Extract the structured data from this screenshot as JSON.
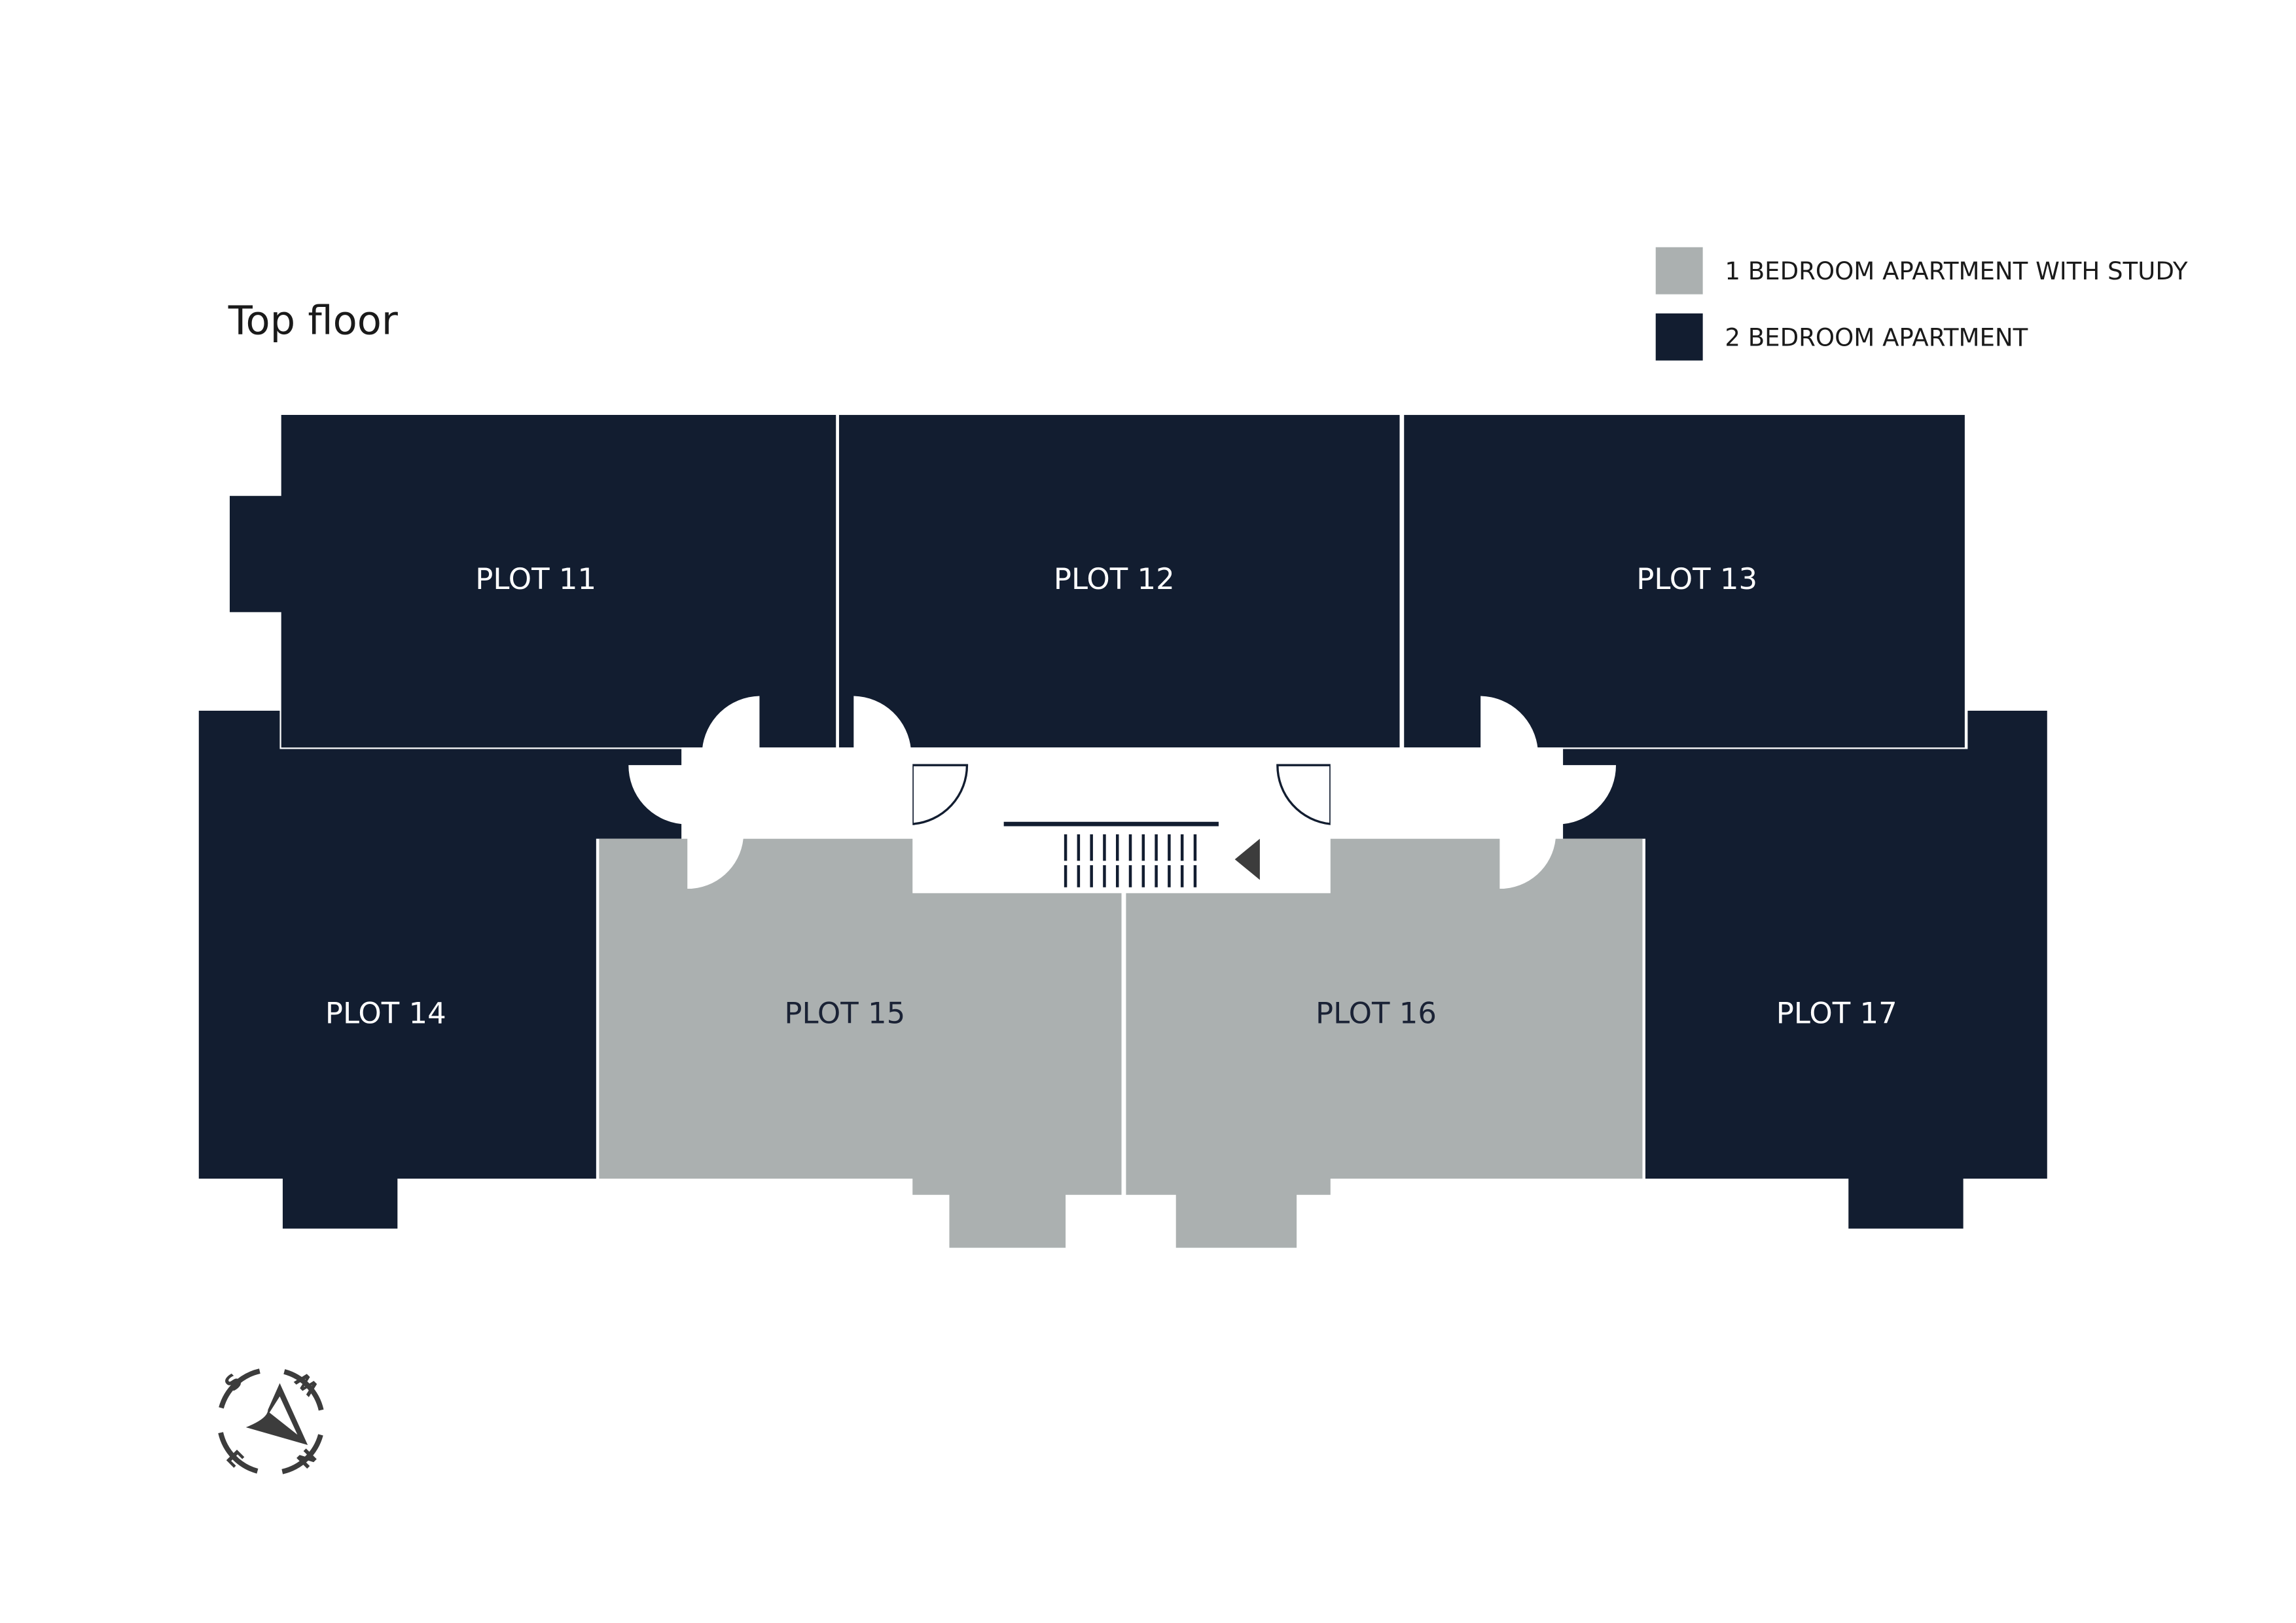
{
  "title": "Top floor",
  "legend": [
    {
      "label": "1 BEDROOM APARTMENT WITH STUDY",
      "color": "#abb0b0"
    },
    {
      "label": "2 BEDROOM APARTMENT",
      "color": "#121d30"
    }
  ],
  "plots": {
    "p11": "PLOT 11",
    "p12": "PLOT 12",
    "p13": "PLOT 13",
    "p14": "PLOT 14",
    "p15": "PLOT 15",
    "p16": "PLOT 16",
    "p17": "PLOT 17"
  },
  "compass": {
    "n": "N",
    "s": "S",
    "e": "E",
    "w": "W"
  },
  "colors": {
    "navy": "#121d30",
    "grey": "#abb0b0",
    "icon": "#3c3c3c"
  }
}
